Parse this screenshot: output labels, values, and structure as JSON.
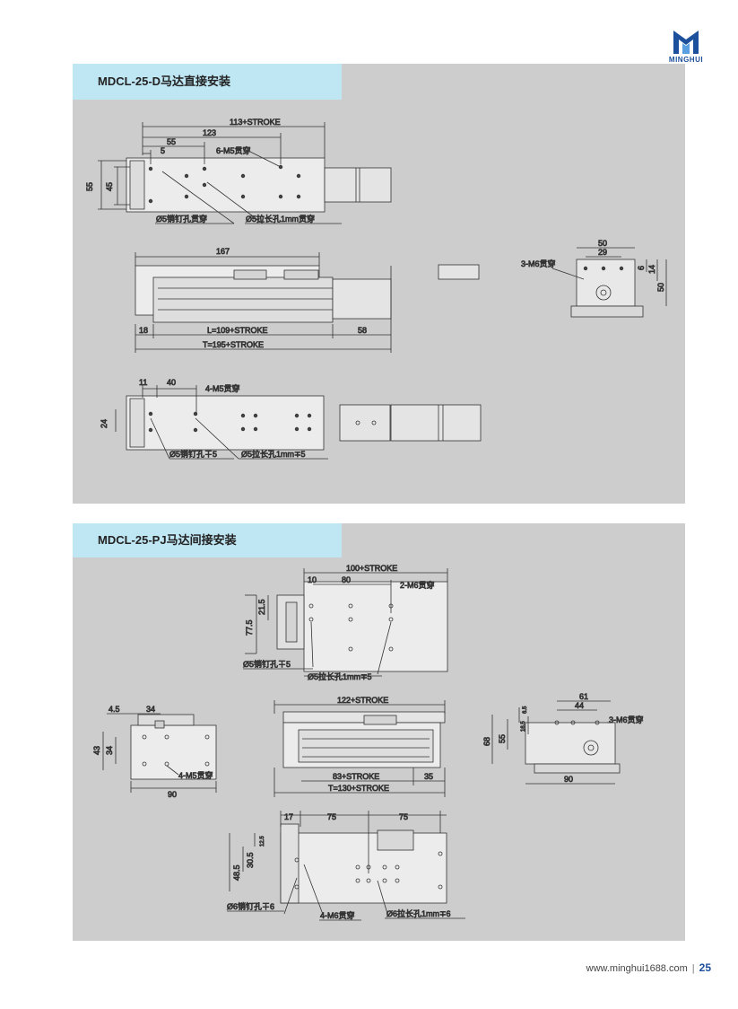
{
  "brand": {
    "name": "MINGHUI",
    "color": "#1c4f9c"
  },
  "footer": {
    "url": "www.minghui1688.com",
    "separator": "|",
    "page": "25"
  },
  "section1": {
    "title": "MDCL-25-D马达直接安装",
    "top_view": {
      "overall": "113+STROKE",
      "d123": "123",
      "d55": "55",
      "d5": "5",
      "thread": "6-M5贯穿",
      "h55": "55",
      "h45": "45",
      "pin": "Ø5销钉孔贯穿",
      "slot": "Ø5拉长孔1mm贯穿"
    },
    "side_view": {
      "d167": "167",
      "d18": "18",
      "length": "L=109+STROKE",
      "d58": "58",
      "total": "T=195+STROKE"
    },
    "end_view": {
      "d50": "50",
      "d29": "29",
      "thread": "3-M6贯穿",
      "d6": "6",
      "d14": "14",
      "h50": "50"
    },
    "bottom_view": {
      "d11": "11",
      "d40": "40",
      "thread": "4-M5贯穿",
      "h24": "24",
      "pin": "Ø5销钉孔∓5",
      "slot": "Ø5拉长孔1mm∓5"
    }
  },
  "section2": {
    "title": "MDCL-25-PJ马达间接安装",
    "top_view": {
      "overall": "100+STROKE",
      "d10": "10",
      "d80": "80",
      "thread": "2-M6贯穿",
      "h21": "21.5",
      "h77": "77.5",
      "pin": "Ø5销钉孔∓5",
      "slot": "Ø5拉长孔1mm∓5"
    },
    "motor_view": {
      "d45": "4.5",
      "d34": "34",
      "h43": "43",
      "h34": "34",
      "thread": "4-M5贯穿",
      "d90": "90"
    },
    "side_view": {
      "overall": "122+STROKE",
      "length": "83+STROKE",
      "d35": "35",
      "total": "T=130+STROKE"
    },
    "end_view": {
      "d61": "61",
      "d44": "44",
      "thread": "3-M6贯穿",
      "d65": "6.5",
      "d165": "16.5",
      "h55": "55",
      "h68": "68",
      "d90": "90"
    },
    "bottom_view": {
      "d17": "17",
      "d75a": "75",
      "d75b": "75",
      "h125": "12.5",
      "h305": "30.5",
      "h485": "48.5",
      "pin": "Ø6销钉孔∓6",
      "thread": "4-M6贯穿",
      "slot": "Ø6拉长孔1mm∓6"
    }
  }
}
